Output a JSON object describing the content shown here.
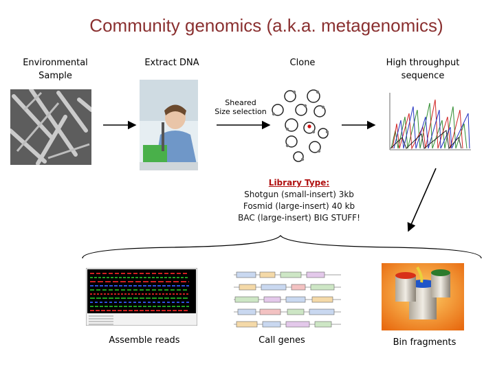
{
  "slide": {
    "title": "Community genomics (a.k.a. metagenomics)",
    "steps": {
      "environmental": "Environmental Sample",
      "extract": "Extract DNA",
      "clone": "Clone",
      "sequence": "High throughput sequence"
    },
    "sheared": [
      "Sheared",
      "Size selection"
    ],
    "library": {
      "heading": "Library Type:",
      "lines": [
        "Shotgun (small-insert) 3kb",
        "Fosmid (large-insert) 40 kb",
        "BAC (large-insert) BIG STUFF!"
      ]
    },
    "outcomes": {
      "assemble": "Assemble reads",
      "call_genes": "Call genes",
      "bin": "Bin fragments"
    }
  }
}
